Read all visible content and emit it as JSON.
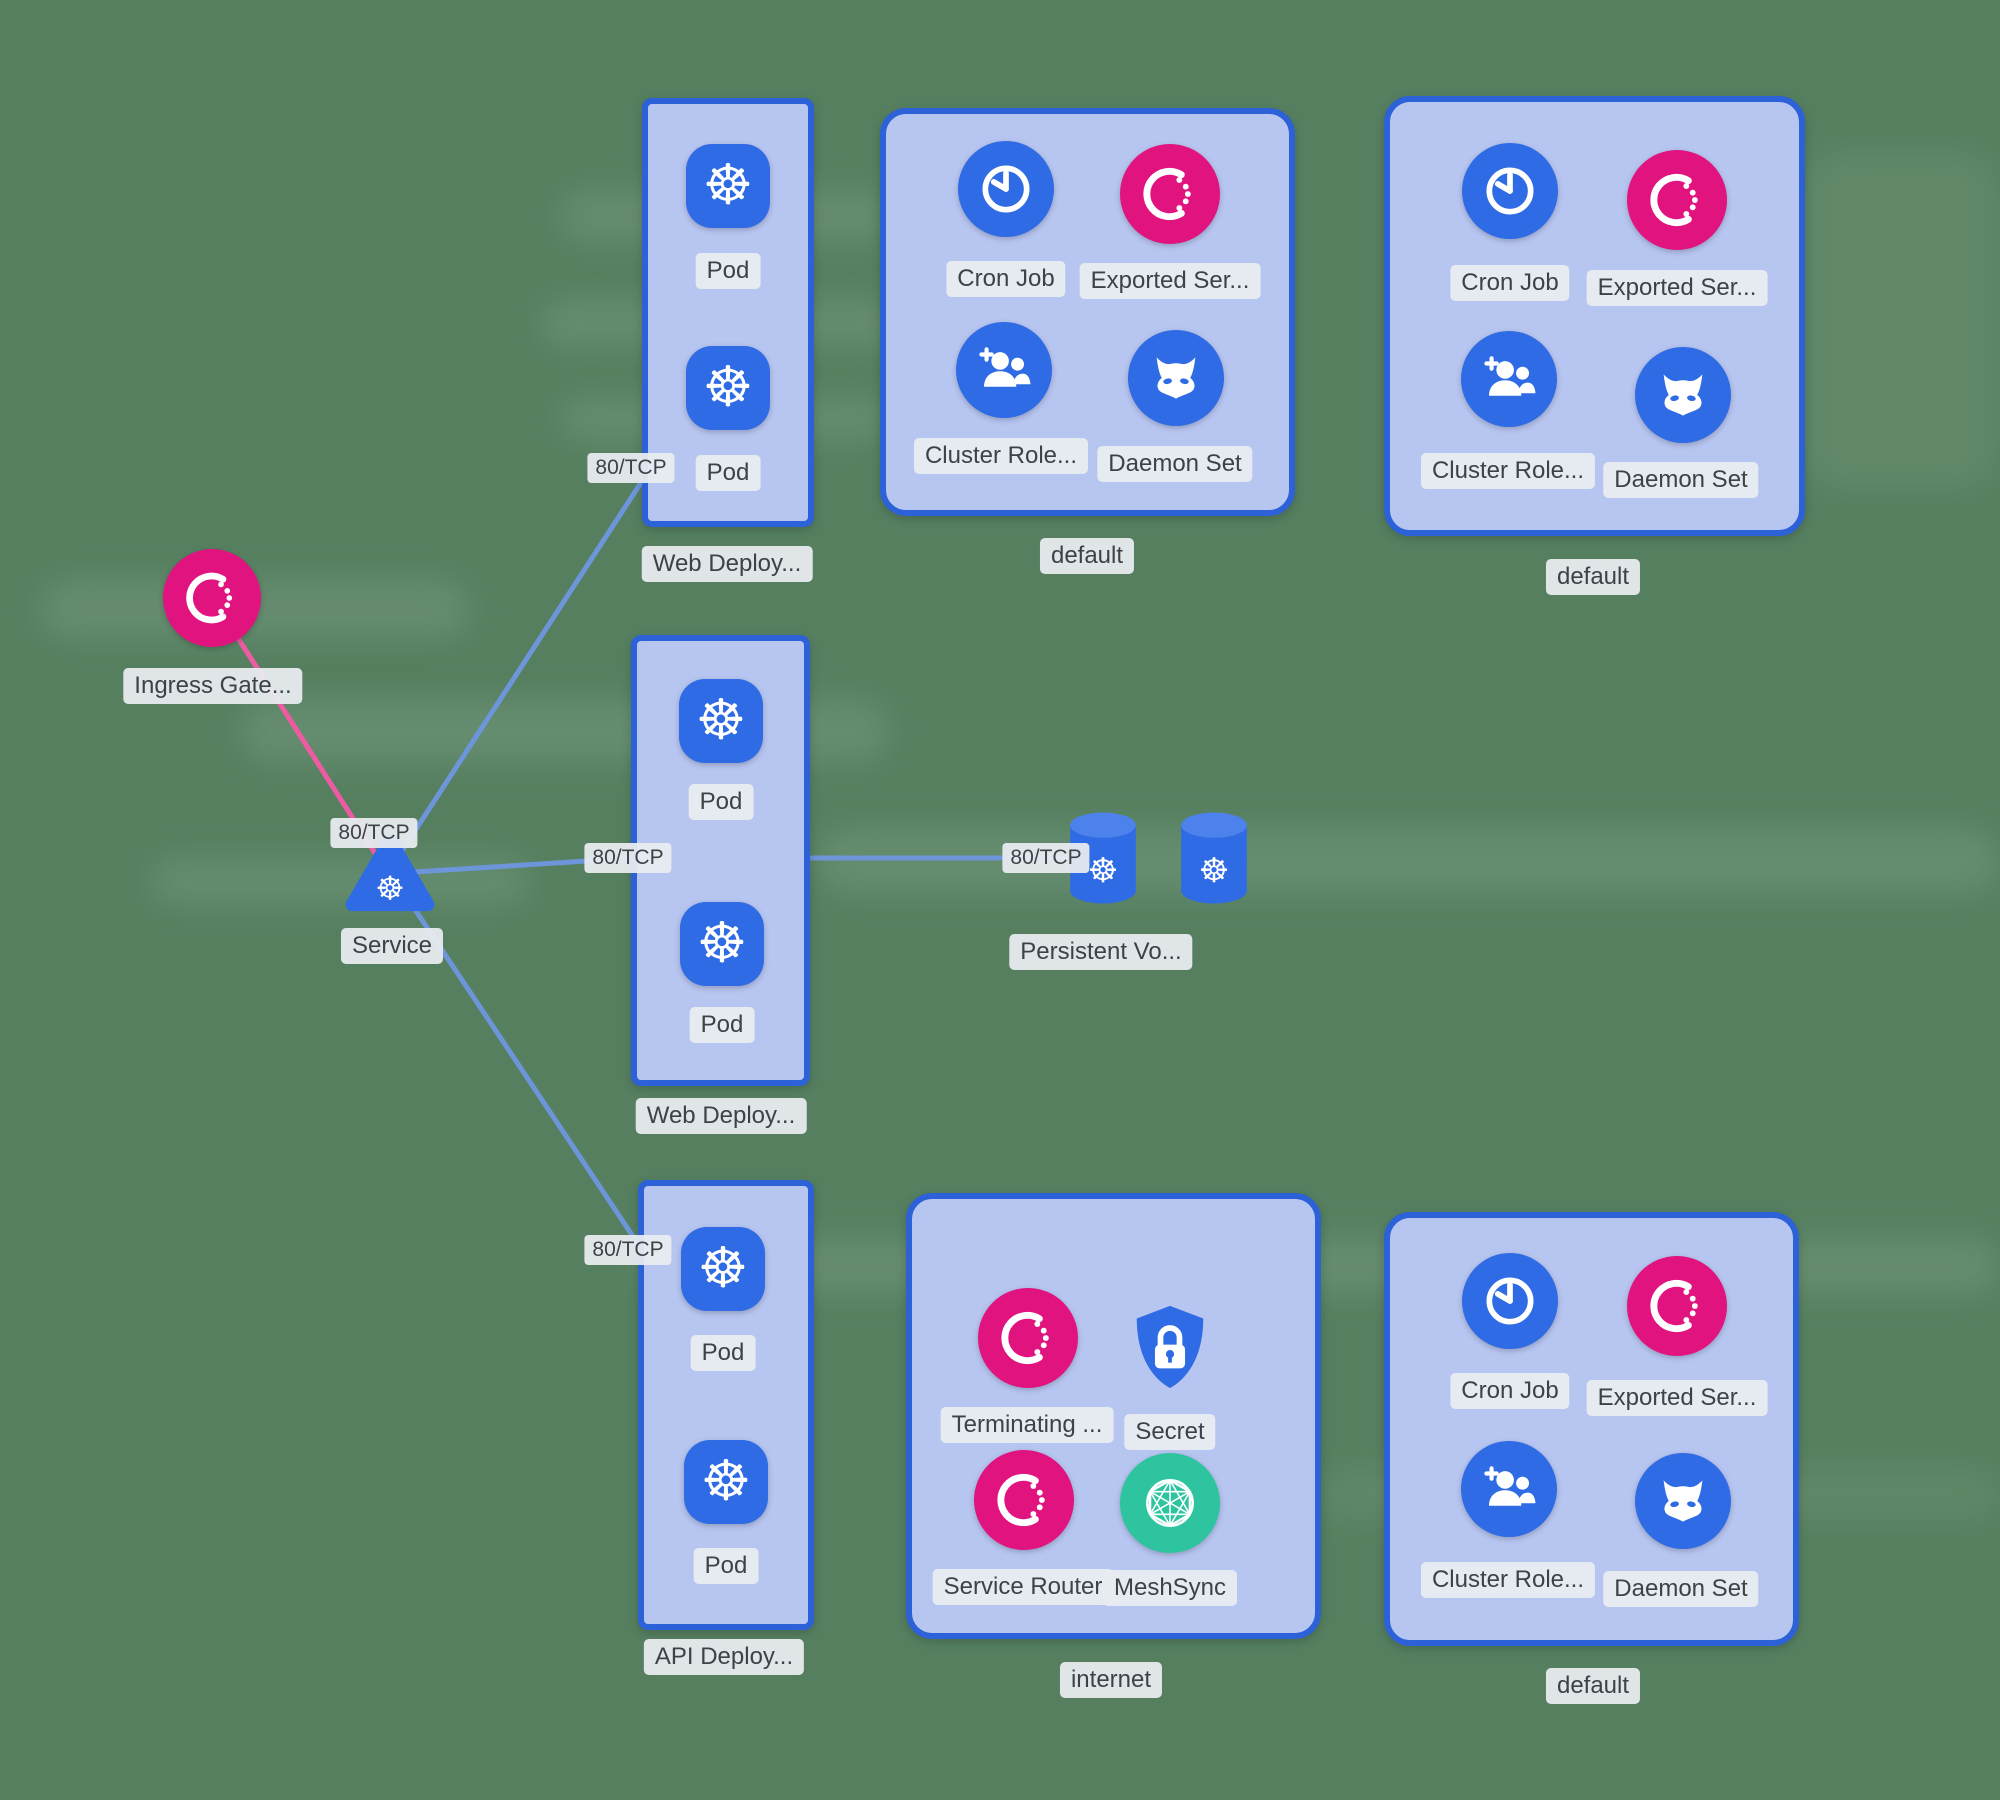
{
  "diagram": {
    "background_color": "#567f60",
    "box_fill_color": "#b7c5f1",
    "box_border_color": "#2d61d8",
    "node_blue_color": "#2e6be4",
    "node_pink_color": "#e0137f",
    "node_teal_color": "#2ec4a0",
    "edge_blue_color": "#6d95da",
    "edge_pink_color": "#ee5ba2",
    "ingress_gateway": {
      "label": "Ingress Gate...",
      "icon": "ingress-gateway-icon"
    },
    "service": {
      "label": "Service",
      "icon": "kubernetes-service-icon"
    },
    "edges": [
      {
        "from": "ingress-gateway",
        "to": "service",
        "label": "80/TCP"
      },
      {
        "from": "service",
        "to": "web-deployment-top",
        "label": "80/TCP"
      },
      {
        "from": "service",
        "to": "web-deployment-middle",
        "label": "80/TCP"
      },
      {
        "from": "service",
        "to": "api-deployment",
        "label": "80/TCP"
      },
      {
        "from": "web-deployment-middle",
        "to": "persistent-volume",
        "label": "80/TCP"
      }
    ],
    "deployments": [
      {
        "label": "Web Deploy...",
        "pods": [
          {
            "label": "Pod",
            "icon": "kubernetes-pod-icon"
          },
          {
            "label": "Pod",
            "icon": "kubernetes-pod-icon"
          }
        ]
      },
      {
        "label": "Web Deploy...",
        "pods": [
          {
            "label": "Pod",
            "icon": "kubernetes-pod-icon"
          },
          {
            "label": "Pod",
            "icon": "kubernetes-pod-icon"
          }
        ]
      },
      {
        "label": "API Deploy...",
        "pods": [
          {
            "label": "Pod",
            "icon": "kubernetes-pod-icon"
          },
          {
            "label": "Pod",
            "icon": "kubernetes-pod-icon"
          }
        ]
      }
    ],
    "persistent_volume": {
      "label": "Persistent Vo...",
      "volume_count": 2,
      "icon": "persistent-volume-icon"
    },
    "namespaces": [
      {
        "label": "default",
        "items": [
          {
            "label": "Cron Job",
            "icon": "cron-job-icon",
            "color": "#2e6be4"
          },
          {
            "label": "Exported Ser...",
            "icon": "exported-service-icon",
            "color": "#e0137f"
          },
          {
            "label": "Cluster Role...",
            "icon": "cluster-role-icon",
            "color": "#2e6be4"
          },
          {
            "label": "Daemon Set",
            "icon": "daemon-set-icon",
            "color": "#2e6be4"
          }
        ]
      },
      {
        "label": "default",
        "items": [
          {
            "label": "Cron Job",
            "icon": "cron-job-icon",
            "color": "#2e6be4"
          },
          {
            "label": "Exported Ser...",
            "icon": "exported-service-icon",
            "color": "#e0137f"
          },
          {
            "label": "Cluster Role...",
            "icon": "cluster-role-icon",
            "color": "#2e6be4"
          },
          {
            "label": "Daemon Set",
            "icon": "daemon-set-icon",
            "color": "#2e6be4"
          }
        ]
      },
      {
        "label": "internet",
        "items": [
          {
            "label": "Terminating ...",
            "icon": "terminating-gateway-icon",
            "color": "#e0137f"
          },
          {
            "label": "Secret",
            "icon": "secret-icon",
            "color": "#2e6be4"
          },
          {
            "label": "Service Router",
            "icon": "service-router-icon",
            "color": "#e0137f"
          },
          {
            "label": "MeshSync",
            "icon": "meshsync-icon",
            "color": "#2ec4a0"
          }
        ]
      },
      {
        "label": "default",
        "items": [
          {
            "label": "Cron Job",
            "icon": "cron-job-icon",
            "color": "#2e6be4"
          },
          {
            "label": "Exported Ser...",
            "icon": "exported-service-icon",
            "color": "#e0137f"
          },
          {
            "label": "Cluster Role...",
            "icon": "cluster-role-icon",
            "color": "#2e6be4"
          },
          {
            "label": "Daemon Set",
            "icon": "daemon-set-icon",
            "color": "#2e6be4"
          }
        ]
      }
    ]
  }
}
